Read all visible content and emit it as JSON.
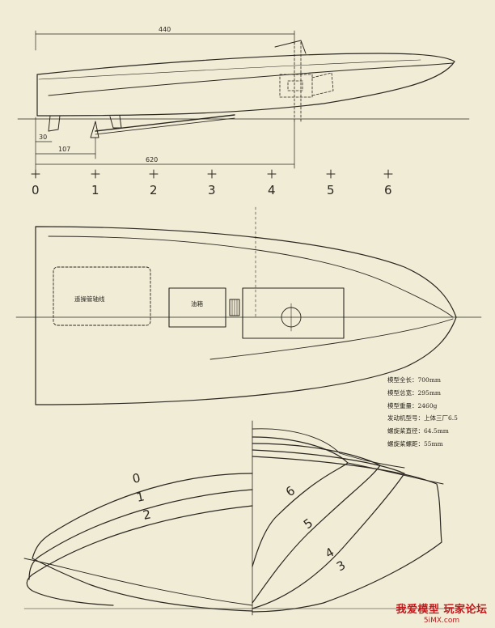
{
  "profile_view": {
    "dimensions": {
      "overall": "440",
      "d30": "30",
      "d107": "107",
      "d620": "620"
    },
    "stations": [
      "0",
      "1",
      "2",
      "3",
      "4",
      "5",
      "6"
    ]
  },
  "plan_view": {
    "labels": {
      "rudder_box": "遥操管轴线",
      "fuel_tank": "油箱"
    }
  },
  "specs": [
    "模型全长：700mm",
    "模型总宽：295mm",
    "模型重量：2460g",
    "发动机型号：上体三厂6.5",
    "螺旋桨直径：64.5mm",
    "螺旋桨螺距：55mm"
  ],
  "sections": {
    "aft": [
      "0",
      "1",
      "2"
    ],
    "fore": [
      "6",
      "5",
      "4",
      "3"
    ]
  },
  "watermark": {
    "main": "我爱模型 玩家论坛",
    "url": "5iMX.com"
  },
  "colors": {
    "paper": "#f1ecd6",
    "ink": "#2a2620",
    "watermark": "#c8171c"
  }
}
